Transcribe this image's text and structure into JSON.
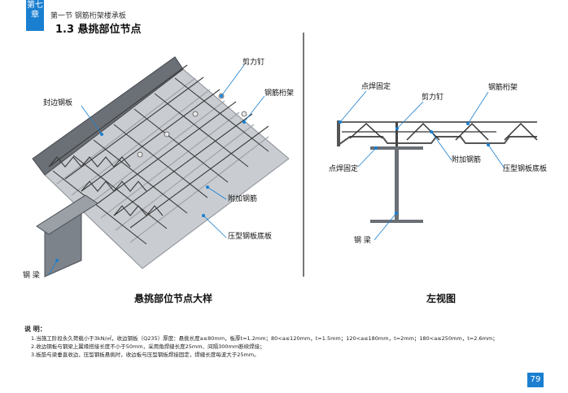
{
  "header": {
    "chapter_tab": "第七章",
    "section_name": "第一节  钢筋桁架楼承板",
    "subsection_title": "1.3  悬挑部位节点"
  },
  "left_figure": {
    "caption": "悬挑部位节点大样",
    "callouts": {
      "shear_stud": "剪力钉",
      "edge_plate": "封边钢板",
      "truss": "钢筋桁架",
      "extra_rebar": "附加钢筋",
      "deck": "压型钢板底板",
      "beam": "钢 梁"
    }
  },
  "right_figure": {
    "caption": "左视图",
    "callouts": {
      "spot_weld_top": "点焊固定",
      "shear_stud": "剪力钉",
      "truss": "钢筋桁架",
      "spot_weld_bottom": "点焊固定",
      "extra_rebar": "附加钢筋",
      "deck": "压型钢板底板",
      "beam": "钢 梁"
    }
  },
  "notes": {
    "title": "说 明：",
    "items": [
      "1.当施工阶段永久荷载小于3kN/㎡，收边钢板（Q235）厚度：悬挑长度a≤80mm，板厚t=1.2mm；80<a≤120mm，t=1.5mm；120<a≤180mm，t=2mm；180<a≤250mm，t=2.6mm；",
      "2.收边钢板与钢梁上翼缘搭接长度不小于50mm，采用角焊缝长度25mm、间隔300mm断续焊接；",
      "3.板筋与梁垂直收边，压型钢板悬挑时，收边板与压型钢板焊接固定，焊缝长度每波大于25mm。"
    ]
  },
  "page_number": "79",
  "colors": {
    "accent": "#1a7fd0",
    "steel_dark": "#4a4f55",
    "steel_light": "#b9bec4",
    "rebar": "#3a3a3a"
  }
}
